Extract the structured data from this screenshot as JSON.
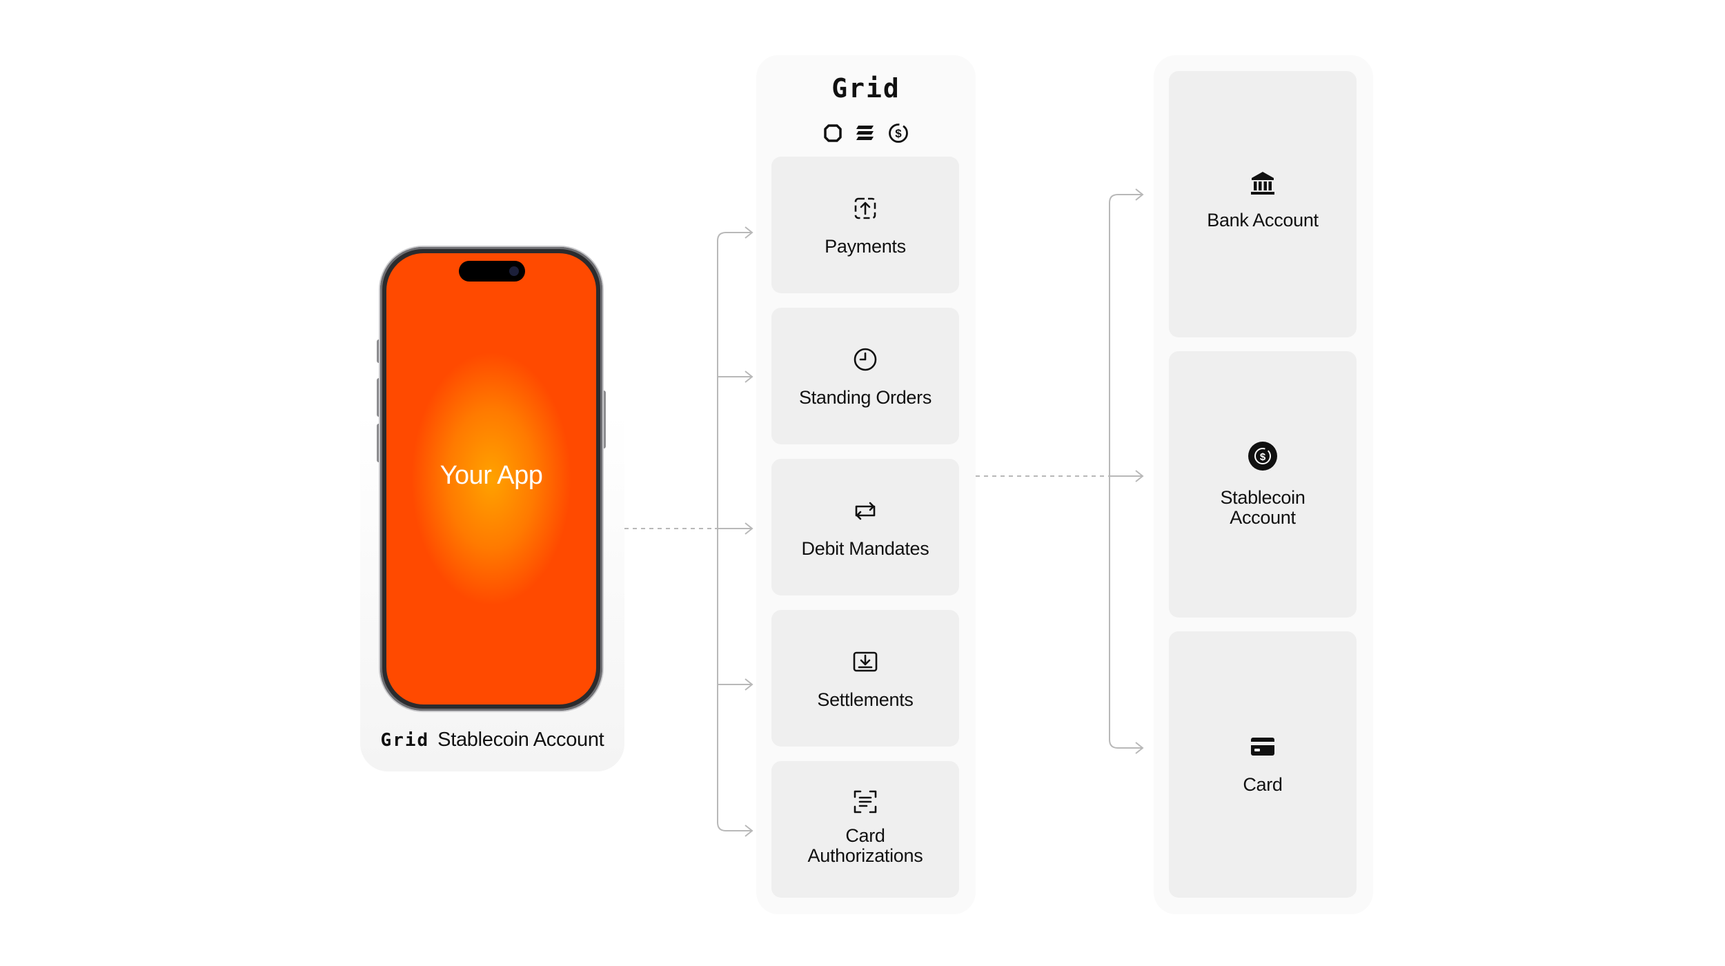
{
  "phone": {
    "screen_text": "Your App",
    "caption_logo": "Grid",
    "caption_text": "Stablecoin Account"
  },
  "grid": {
    "logo": "Grid",
    "header_icons": [
      "circle-chip-icon",
      "stack-icon",
      "dollar-coin-icon"
    ],
    "services": [
      {
        "label": "Payments",
        "icon": "payment-upload-icon"
      },
      {
        "label": "Standing Orders",
        "icon": "clock-icon"
      },
      {
        "label": "Debit Mandates",
        "icon": "repeat-icon"
      },
      {
        "label": "Settlements",
        "icon": "settlement-download-icon"
      },
      {
        "label": "Card\nAuthorizations",
        "icon": "scan-document-icon"
      }
    ]
  },
  "destinations": [
    {
      "label": "Bank Account",
      "icon": "bank-icon"
    },
    {
      "label": "Stablecoin\nAccount",
      "icon": "stablecoin-icon"
    },
    {
      "label": "Card",
      "icon": "card-icon"
    }
  ],
  "colors": {
    "screen_center": "#ffa200",
    "screen_edge": "#ff4a00",
    "card_bg": "#efefef",
    "panel_bg": "#fafafa",
    "connector": "#b5b5b5"
  }
}
